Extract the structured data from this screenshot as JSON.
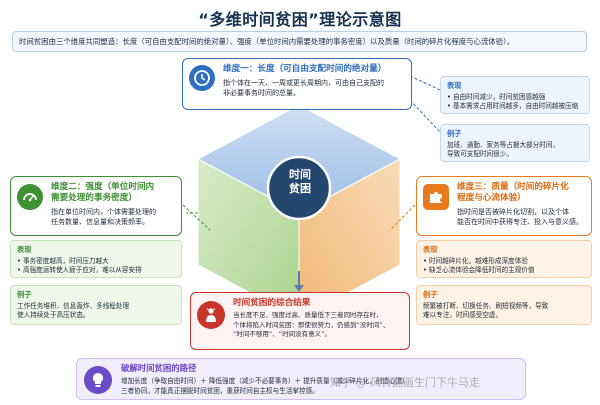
{
  "title": "“多维时间贫困”理论示意图",
  "intro": "时间贫困由三个维度共同塑造：长度（可自由支配时间的绝对量）、强度（单位时间内需要处理的事务密度）以及质量（时间的碎片化程度与心流体验）。",
  "center": {
    "line1": "时间",
    "line2": "贫困"
  },
  "length": {
    "heading": "维度一：长度（可自由支配时间的绝对量）",
    "description_1": "指个体在一天、一周或更长周期内，可由自己支配的",
    "description_2": "非必要事务时间的总量。",
    "icon": "clock-icon",
    "symptoms_label": "表现",
    "symptoms": [
      "自由时间减少，时间贫困感越强",
      "基本需求占用时间越多，自由时间越被压缩"
    ],
    "example_label": "例子",
    "example_1": "加班、通勤、家务等占据大部分时间，",
    "example_2": "导致可支配时间很少。"
  },
  "intensity": {
    "heading_1": "维度二：强度（单位时间内",
    "heading_2": "需要处理的事务密度）",
    "description_1": "指在单位时间内，个体需要处理的",
    "description_2": "任务数量、信息量和决策频率。",
    "icon": "gauge-icon",
    "symptoms_label": "表现",
    "symptoms": [
      "事务密度越高，时间压力越大",
      "高强度运转使人疲于应对，难以从容安排"
    ],
    "example_label": "例子",
    "example_1": "工作任务堆积、信息轰炸、多线程处理",
    "example_2": "使人持续处于高压状态。"
  },
  "quality": {
    "heading_1": "维度三：质量（时间的碎片化",
    "heading_2": "程度与心流体验）",
    "description_1": "指时间是否被碎片化切割，以及个体",
    "description_2": "能否在时间中获得专注、投入与意义感。",
    "icon": "puzzle-icon",
    "symptoms_label": "表现",
    "symptoms": [
      "时间越碎片化，越难形成深度体验",
      "缺乏心流体验会降低时间的主观价值"
    ],
    "example_label": "例子",
    "example_1": "频繁被打断、切换任务、刷短视频等，导致",
    "example_2": "难以专注，时间感受空虚。"
  },
  "result": {
    "heading": "时间贫困的综合结果",
    "text_1": "当长度不足、强度过高、质量低下三者同时存在时，",
    "text_2": "个体将陷入时间贫困：即使很努力，仍感到“没时间”、",
    "text_3": "“时间不够用”、“时间没有意义”。",
    "icon": "stressed-person-icon"
  },
  "path": {
    "heading": "破解时间贫困的路径",
    "text_1": "增加长度（争取自由时间）＋ 降低强度（减少不必要事务）＋ 提升质量（减少碎片化，创造心流）",
    "text_2": "三者协同，才能真正摆脱时间贫困，重获时间自主权与生活掌控感。",
    "icon": "lightbulb-icon"
  },
  "watermark": "知乎 @ 风铃翻画生门下牛马走",
  "colors": {
    "length": "#2f6fc0",
    "intensity": "#3f8f35",
    "quality": "#e87b1e",
    "result": "#c8362b",
    "path": "#6b4bc6",
    "center": "#24476e"
  }
}
